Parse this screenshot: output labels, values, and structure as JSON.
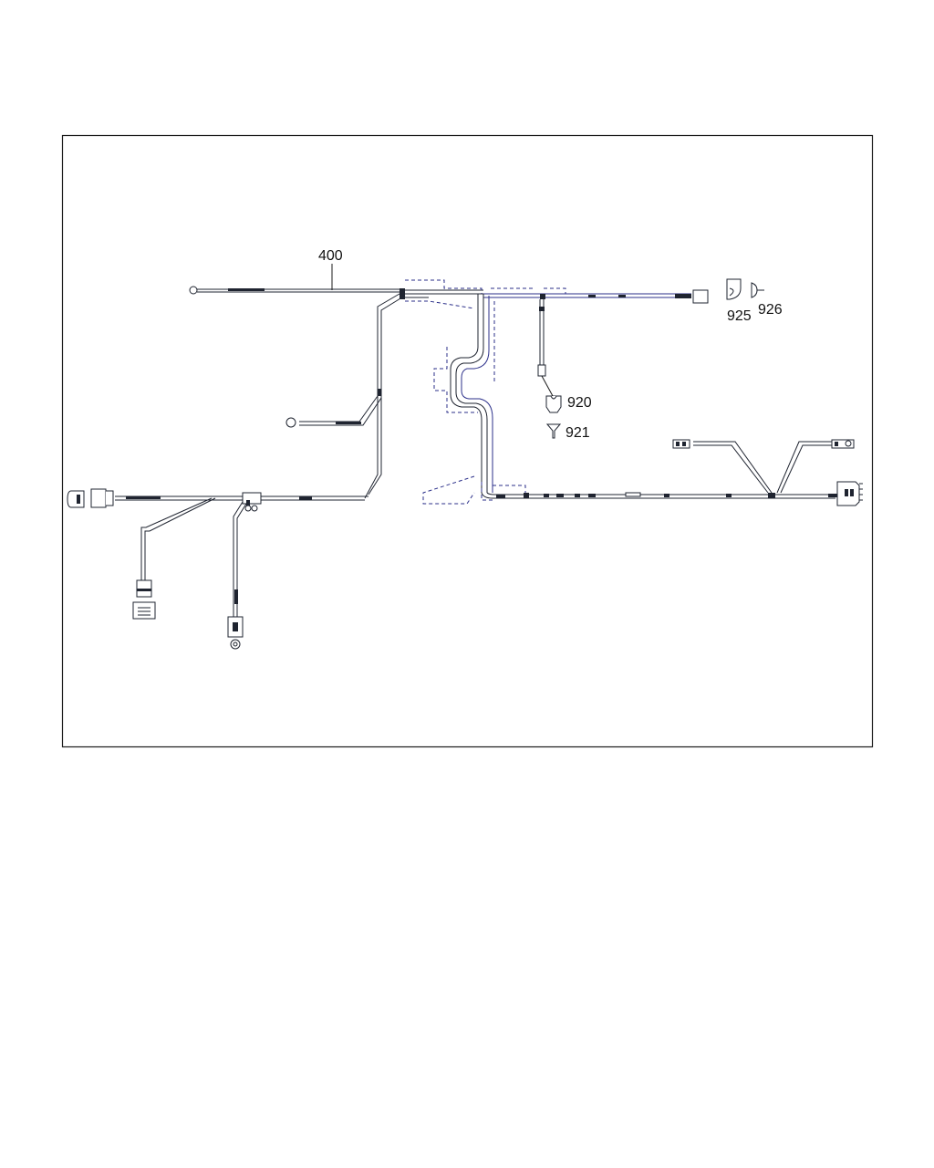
{
  "diagram": {
    "callouts": [
      {
        "id": "400",
        "text": "400"
      },
      {
        "id": "925",
        "text": "925"
      },
      {
        "id": "926",
        "text": "926"
      },
      {
        "id": "920",
        "text": "920"
      },
      {
        "id": "921",
        "text": "921"
      }
    ]
  },
  "colors": {
    "frame": "#1a1a1a",
    "wire": "#1f2430",
    "wire_blue": "#2b2f8a"
  }
}
